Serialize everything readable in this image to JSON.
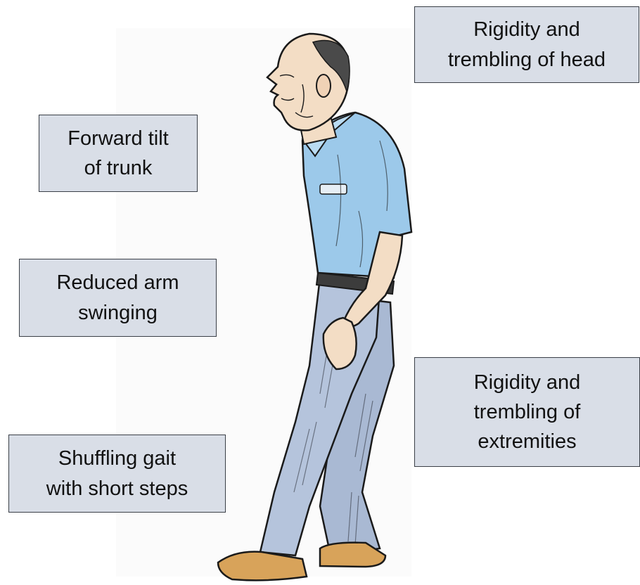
{
  "labels": {
    "head": "Rigidity and\ntrembling of head",
    "trunk": "Forward tilt\nof trunk",
    "arm": "Reduced arm\nswinging",
    "gait": "Shuffling gait\nwith short steps",
    "extremities": "Rigidity and\ntrembling of\nextremities"
  },
  "colors": {
    "box_fill": "#d9dee7",
    "box_border": "#3a3f47",
    "shirt": "#9cc9ea",
    "trousers": "#b5c4dc",
    "skin": "#f3ddc5",
    "shoes": "#d8a35a",
    "ink": "#1a1a1a"
  }
}
